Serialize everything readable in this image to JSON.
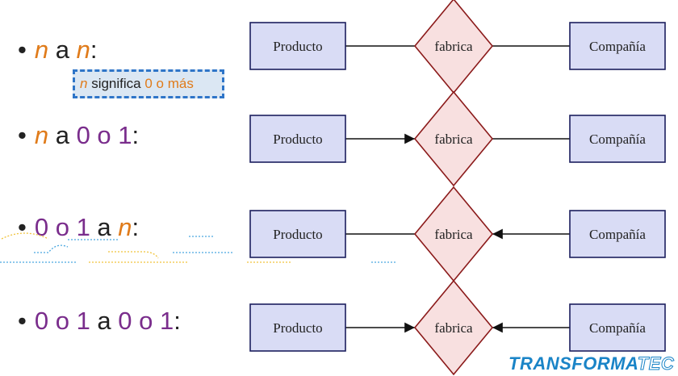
{
  "bullets": [
    {
      "parts": [
        "n",
        " a ",
        "n",
        ":"
      ]
    },
    {
      "parts": [
        "n",
        " a ",
        "0 o 1",
        ":"
      ]
    },
    {
      "parts": [
        "0 o 1",
        " a ",
        "n",
        ":"
      ]
    },
    {
      "parts": [
        "0 o 1",
        " a ",
        "0 o 1",
        ":"
      ]
    }
  ],
  "note": {
    "n": "n",
    "text": " significa ",
    "value": "0 o más"
  },
  "rows": [
    {
      "left": "Producto",
      "relation": "fabrica",
      "right": "Compañía",
      "arrow_left": false,
      "arrow_right": false
    },
    {
      "left": "Producto",
      "relation": "fabrica",
      "right": "Compañía",
      "arrow_left": true,
      "arrow_right": false
    },
    {
      "left": "Producto",
      "relation": "fabrica",
      "right": "Compañía",
      "arrow_left": false,
      "arrow_right": true
    },
    {
      "left": "Producto",
      "relation": "fabrica",
      "right": "Compañía",
      "arrow_left": true,
      "arrow_right": true
    }
  ],
  "logo": {
    "part1": "TRANSFORMA",
    "part2": "TEC"
  },
  "colors": {
    "orange": "#e07b1a",
    "purple": "#7a2d8c",
    "entity_fill": "#d9dcf5",
    "entity_stroke": "#1c1f5e",
    "diamond_fill": "#f8e0e0",
    "diamond_stroke": "#8b1a1a",
    "logo": "#1a84c7"
  }
}
